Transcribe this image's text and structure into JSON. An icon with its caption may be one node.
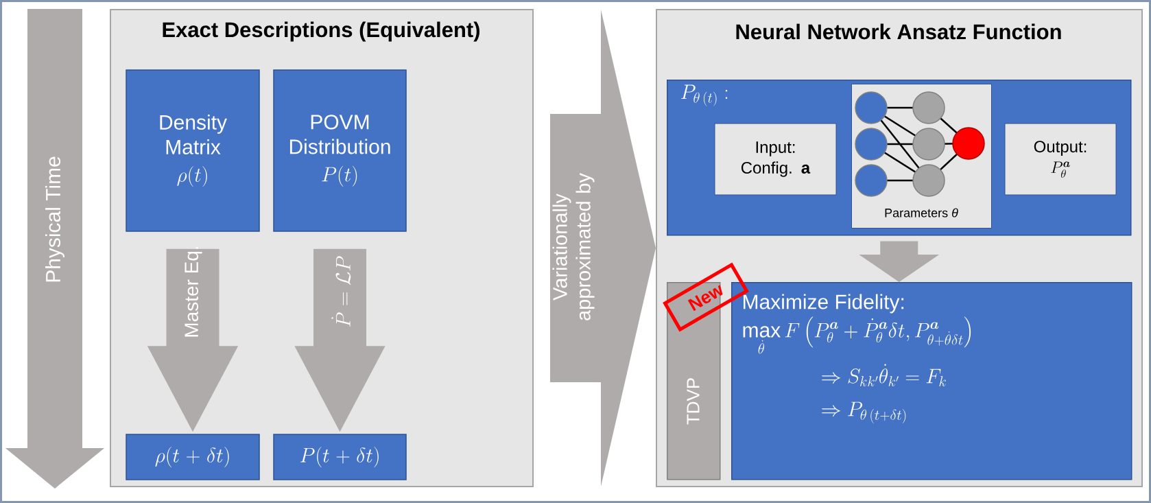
{
  "diagram": {
    "nodes": [
      {
        "text": [
          "Exact Descriptions (Equivalent)"
        ]
      },
      {
        "text": [
          "Density Matrix",
          "\\rho(t)"
        ],
        "in": 0
      },
      {
        "text": [
          "POVM Distribution",
          "P(t)"
        ],
        "in": 0
      },
      {
        "text": [
          "\\rho(t+\\delta t)"
        ],
        "in": 0
      },
      {
        "text": [
          "P(t+\\delta t)"
        ],
        "in": 0
      },
      {
        "text": [
          "Neural Network Ansatz Function"
        ]
      },
      {
        "text": [
          "P_{\\theta\\,(t)}:"
        ],
        "in": 5
      },
      {
        "text": [
          "Input:",
          "Config. **a**"
        ],
        "in": 6
      },
      {
        "text": [
          "Parameters *θ*"
        ],
        "in": 6
      },
      {
        "text": [
          "Output:",
          "P_{\\theta}^{\\boldsymbol{a}}"
        ],
        "in": 6
      },
      {
        "text": [
          "TDVP"
        ],
        "in": 5
      },
      {
        "text": [
          "Maximize Fidelity:",
          "\\max_{\\dot{\\theta}} F\\left(P_{\\theta}^{\\boldsymbol{a}}+\\dot{P}_{\\theta}^{\\boldsymbol{a}}\\delta t, P_{\\theta+\\dot{\\theta}\\delta t}^{\\boldsymbol{a}}\\right)",
          "\\Rightarrow S_{kk'}\\dot{\\theta}_{k'} = F_k",
          "\\Rightarrow P_{\\theta\\,(t+\\delta t)}"
        ],
        "in": 5
      }
    ],
    "edges": [
      {
        "from": 1,
        "to": 3,
        "arrow": "to",
        "label": "Master Eq."
      },
      {
        "from": 2,
        "to": 4,
        "arrow": "to",
        "label": "\\dot{P} = \\mathcal{L}P"
      },
      {
        "from": 0,
        "to": 5,
        "arrow": "to",
        "label": "Variationally approximated by",
        "style": "thick"
      },
      {
        "from": 6,
        "to": 11,
        "arrow": "to"
      }
    ],
    "labels": [
      "Physical Time",
      "New"
    ]
  }
}
